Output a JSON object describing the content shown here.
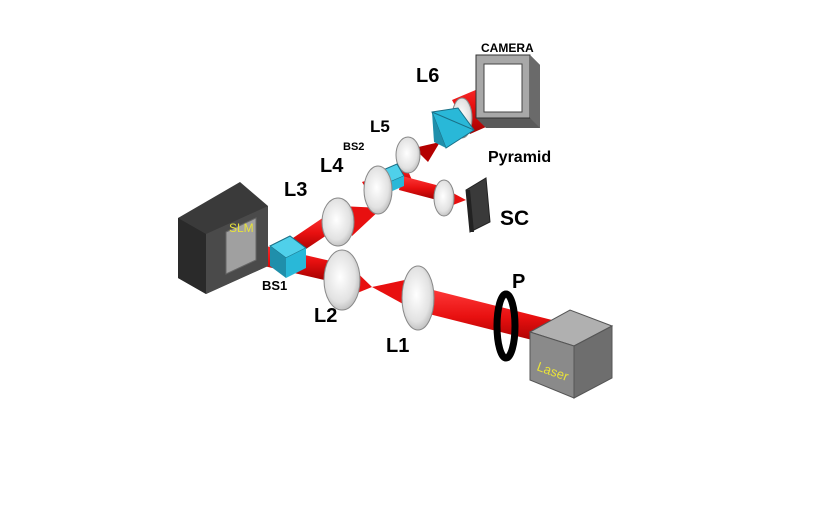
{
  "labels": {
    "camera": "CAMERA",
    "pyramid": "Pyramid",
    "sc": "SC",
    "slm": "SLM",
    "laser": "Laser",
    "p": "P",
    "l1": "L1",
    "l2": "L2",
    "l3": "L3",
    "l4": "L4",
    "l5": "L5",
    "l6": "L6",
    "bs1": "BS1",
    "bs2": "BS2"
  },
  "colors": {
    "beam": "#e81010",
    "beam_dark": "#a80000",
    "splitter": "#29b8d8",
    "device_gray": "#8a8a8a",
    "device_dark": "#3a3a3a",
    "lens": "#d7d7d7",
    "inner_text": "#e8e23a"
  }
}
